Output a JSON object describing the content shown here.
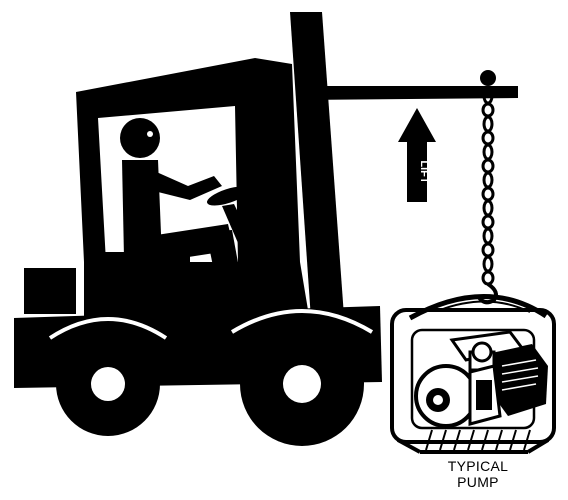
{
  "arrow_label": "LIFT",
  "caption": {
    "line1": "TYPICAL",
    "line2": "PUMP"
  },
  "colors": {
    "ink": "#000000",
    "paper": "#ffffff"
  }
}
